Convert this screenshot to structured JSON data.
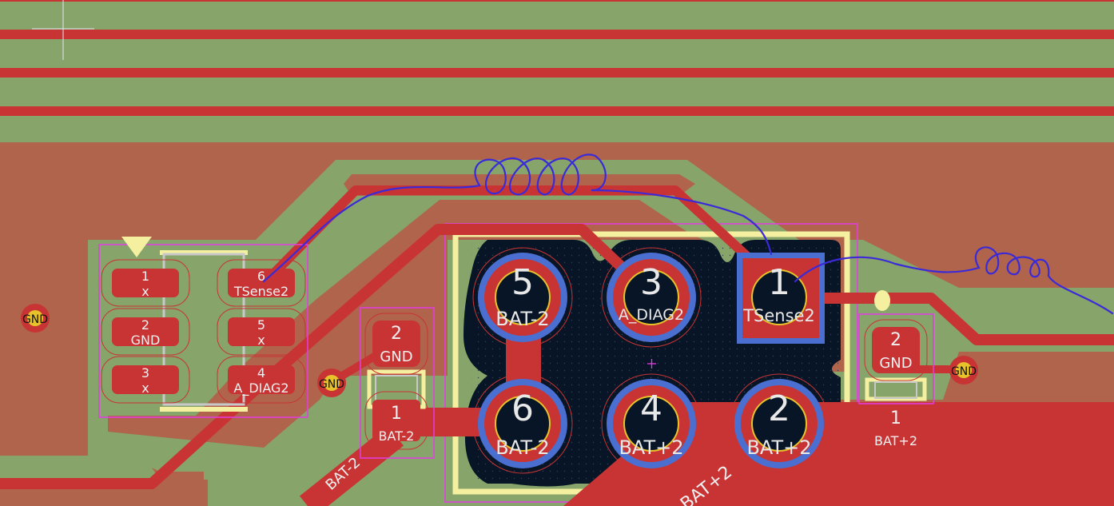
{
  "colors": {
    "board": "#87a46a",
    "copper_fill": "#b0644c",
    "copper_pad": "#c83434",
    "silkscreen": "#f4f0a0",
    "courtyard": "#e43ce4",
    "soldermask_dark": "#071526",
    "via_ring": "#4a6fd0",
    "ratsnest": "#3a2ad8",
    "text_on_pad": "#f0f0f0",
    "via_yellow": "#e8c22a"
  },
  "icons": {
    "cursor": "crosshair-cursor-icon",
    "origin": "plus-marker-icon"
  },
  "vias": [
    {
      "label": "GND"
    },
    {
      "label": "GND"
    },
    {
      "label": "GND"
    }
  ],
  "connector_small": {
    "pads": [
      {
        "number": "1",
        "net": "x"
      },
      {
        "number": "2",
        "net": "GND"
      },
      {
        "number": "3",
        "net": "x"
      },
      {
        "number": "6",
        "net": "TSense2"
      },
      {
        "number": "5",
        "net": "x"
      },
      {
        "number": "4",
        "net": "A_DIAG2"
      }
    ]
  },
  "footprint_left_2pin": {
    "pads": [
      {
        "number": "2",
        "net": "GND"
      },
      {
        "number": "1",
        "net": "BAT-2"
      }
    ]
  },
  "footprint_right_2pin": {
    "pads": [
      {
        "number": "2",
        "net": "GND"
      },
      {
        "number": "1",
        "net": "BAT+2"
      }
    ]
  },
  "connector_big": {
    "holes": [
      {
        "number": "5",
        "net": "BAT-2"
      },
      {
        "number": "3",
        "net": "A_DIAG2"
      },
      {
        "number": "1",
        "net": "TSense2"
      },
      {
        "number": "6",
        "net": "BAT-2"
      },
      {
        "number": "4",
        "net": "BAT+2"
      },
      {
        "number": "2",
        "net": "BAT+2"
      }
    ]
  },
  "trace_labels": {
    "bat_minus": "BAT-2",
    "bat_plus": "BAT+2"
  }
}
